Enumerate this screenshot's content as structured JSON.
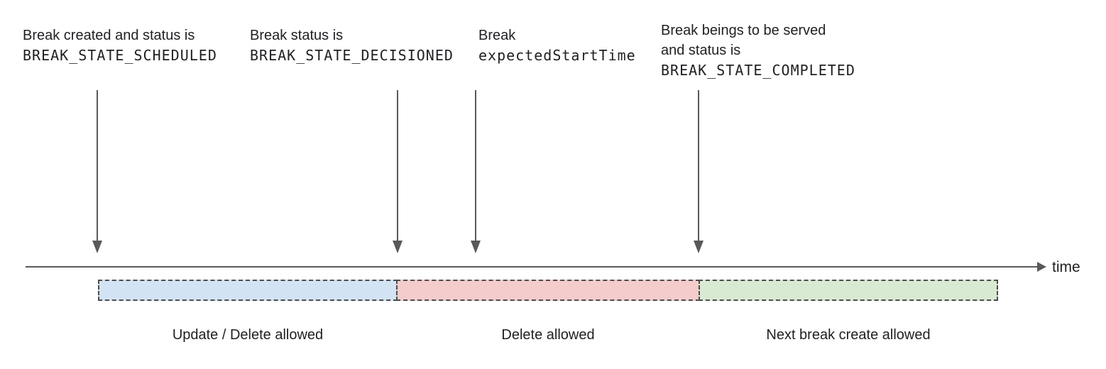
{
  "colors": {
    "background": "#ffffff",
    "text": "#202124",
    "arrow_and_axis": "#595959",
    "segment_border": "#4d4d4d",
    "segment_blue": "#d2e3f3",
    "segment_pink": "#f4cccc",
    "segment_green": "#d9ead3"
  },
  "annotations": [
    {
      "lines": [
        {
          "text": "Break created and status is"
        },
        {
          "text": "BREAK_STATE_SCHEDULED"
        }
      ]
    },
    {
      "lines": [
        {
          "text": "Break status is"
        },
        {
          "text": "BREAK_STATE_DECISIONED"
        }
      ]
    },
    {
      "lines": [
        {
          "text": "Break"
        },
        {
          "text": "expectedStartTime"
        }
      ]
    },
    {
      "lines": [
        {
          "text": "Break beings to be served"
        },
        {
          "text": "and status is"
        },
        {
          "text": "BREAK_STATE_COMPLETED"
        }
      ]
    }
  ],
  "timeline": {
    "axis_label": "time"
  },
  "segments": [
    {
      "label": "Update / Delete allowed",
      "fill": "#d2e3f3"
    },
    {
      "label": "Delete allowed",
      "fill": "#f4cccc"
    },
    {
      "label": "Next break create allowed",
      "fill": "#d9ead3"
    }
  ]
}
